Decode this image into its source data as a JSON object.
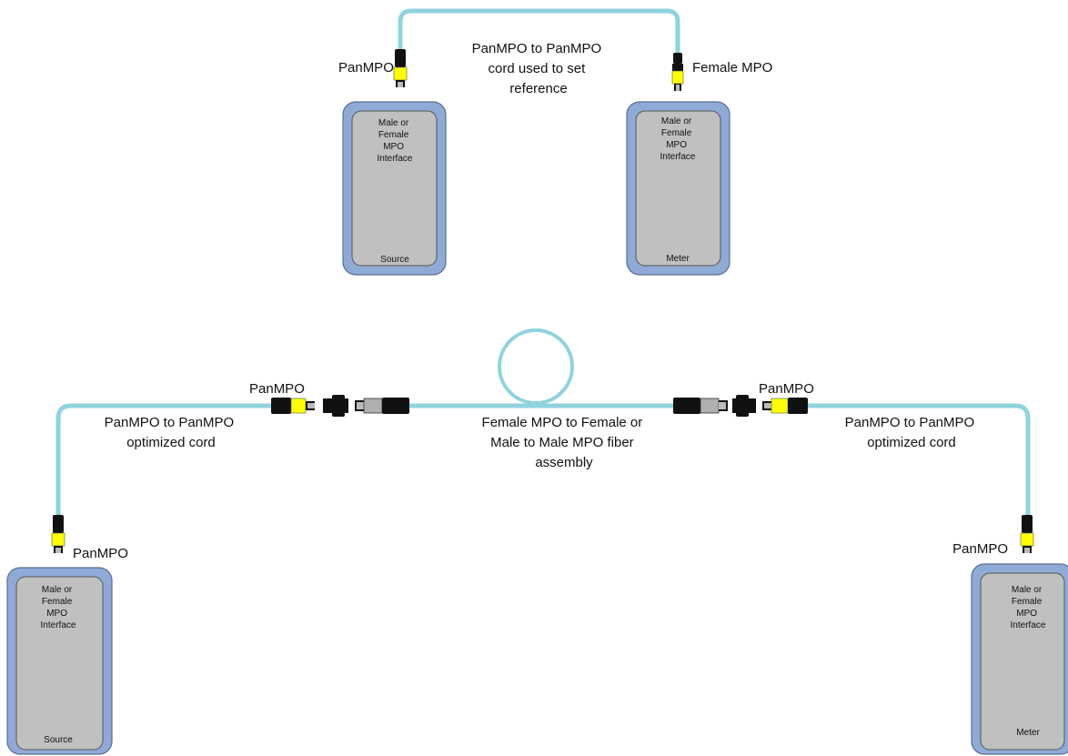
{
  "colors": {
    "fiber": "#8fd3de",
    "device_outer": "#8faad6",
    "device_outer_stroke": "#5a6e91",
    "device_inner": "#c0c0c0",
    "connector_yellow": "#ffff00",
    "connector_black": "#111111",
    "connector_grey": "#b0b0b0"
  },
  "reference": {
    "left_conn_label": "PanMPO",
    "right_conn_label": "Female MPO",
    "cord_label": [
      "PanMPO to PanMPO",
      "cord used to set",
      "reference"
    ],
    "source": {
      "interface": [
        "Male or",
        "Female",
        "MPO",
        "Interface"
      ],
      "name": "Source"
    },
    "meter": {
      "interface": [
        "Male or",
        "Female",
        "MPO",
        "Interface"
      ],
      "name": "Meter"
    }
  },
  "test": {
    "left_top_conn_label": "PanMPO",
    "right_top_conn_label": "PanMPO",
    "left_cord_label": [
      "PanMPO to PanMPO",
      "optimized cord"
    ],
    "right_cord_label": [
      "PanMPO to PanMPO",
      "optimized cord"
    ],
    "assembly_label": [
      "Female MPO to Female or",
      "Male to Male MPO fiber",
      "assembly"
    ],
    "left_device_conn_label": "PanMPO",
    "right_device_conn_label": "PanMPO",
    "source": {
      "interface": [
        "Male or",
        "Female",
        "MPO",
        "Interface"
      ],
      "name": "Source"
    },
    "meter": {
      "interface": [
        "Male or",
        "Female",
        "MPO",
        "Interface"
      ],
      "name": "Meter"
    }
  }
}
